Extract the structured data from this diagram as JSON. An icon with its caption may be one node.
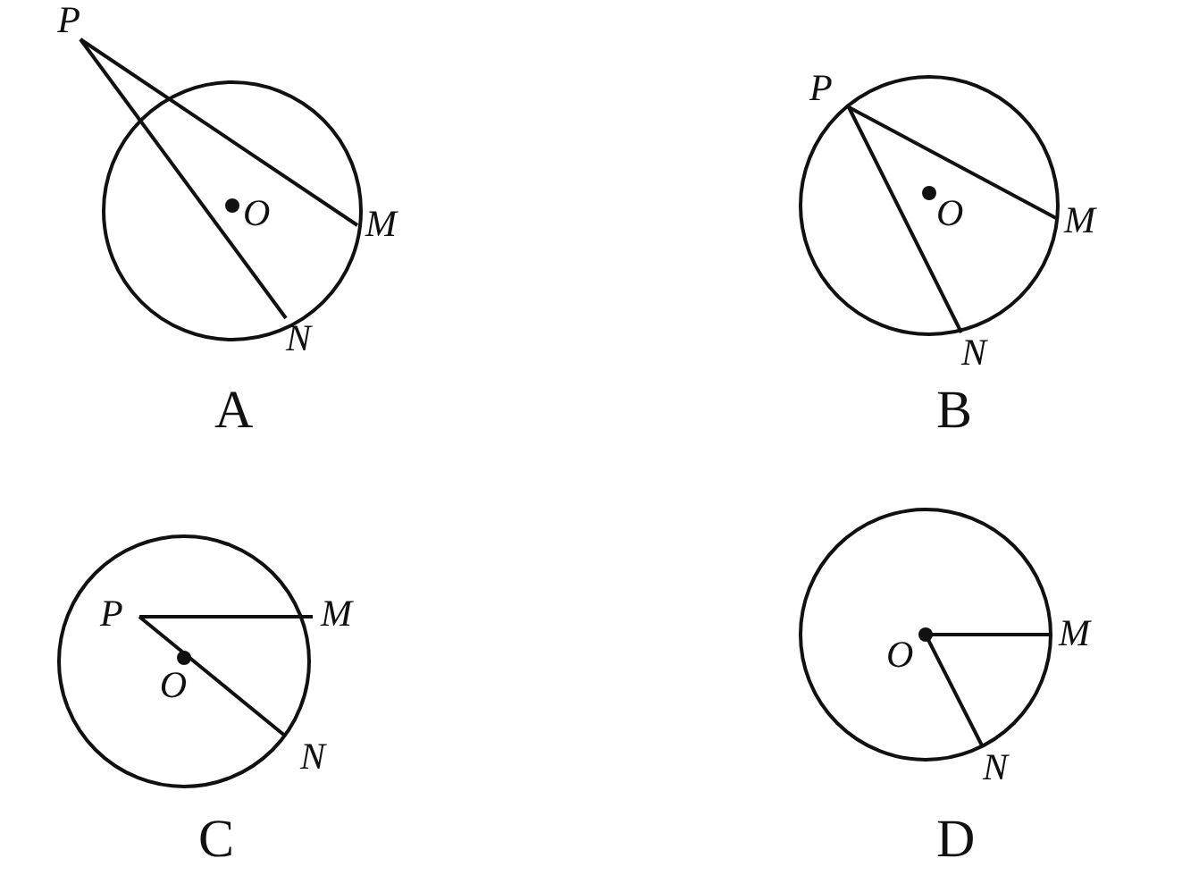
{
  "diagram": {
    "nodes": [
      {
        "text": [
          "P"
        ]
      },
      {
        "text": [
          "O"
        ]
      },
      {
        "text": [
          "M"
        ]
      },
      {
        "text": [
          "N"
        ]
      },
      {
        "text": [
          "P"
        ]
      },
      {
        "text": [
          "O"
        ]
      },
      {
        "text": [
          "M"
        ]
      },
      {
        "text": [
          "N"
        ]
      },
      {
        "text": [
          "P"
        ]
      },
      {
        "text": [
          "O"
        ]
      },
      {
        "text": [
          "M"
        ]
      },
      {
        "text": [
          "N"
        ]
      },
      {
        "text": [
          "O"
        ]
      },
      {
        "text": [
          "M"
        ]
      },
      {
        "text": [
          "N"
        ]
      }
    ],
    "edges": [
      {
        "from": 0,
        "to": 2,
        "arrow": "none"
      },
      {
        "from": 0,
        "to": 3,
        "arrow": "none"
      },
      {
        "from": 4,
        "to": 6,
        "arrow": "none"
      },
      {
        "from": 4,
        "to": 7,
        "arrow": "none"
      },
      {
        "from": 8,
        "to": 10,
        "arrow": "none"
      },
      {
        "from": 8,
        "to": 11,
        "arrow": "none"
      },
      {
        "from": 12,
        "to": 13,
        "arrow": "none"
      },
      {
        "from": 12,
        "to": 14,
        "arrow": "none"
      }
    ],
    "labels": [
      "A",
      "B",
      "C",
      "D"
    ]
  }
}
